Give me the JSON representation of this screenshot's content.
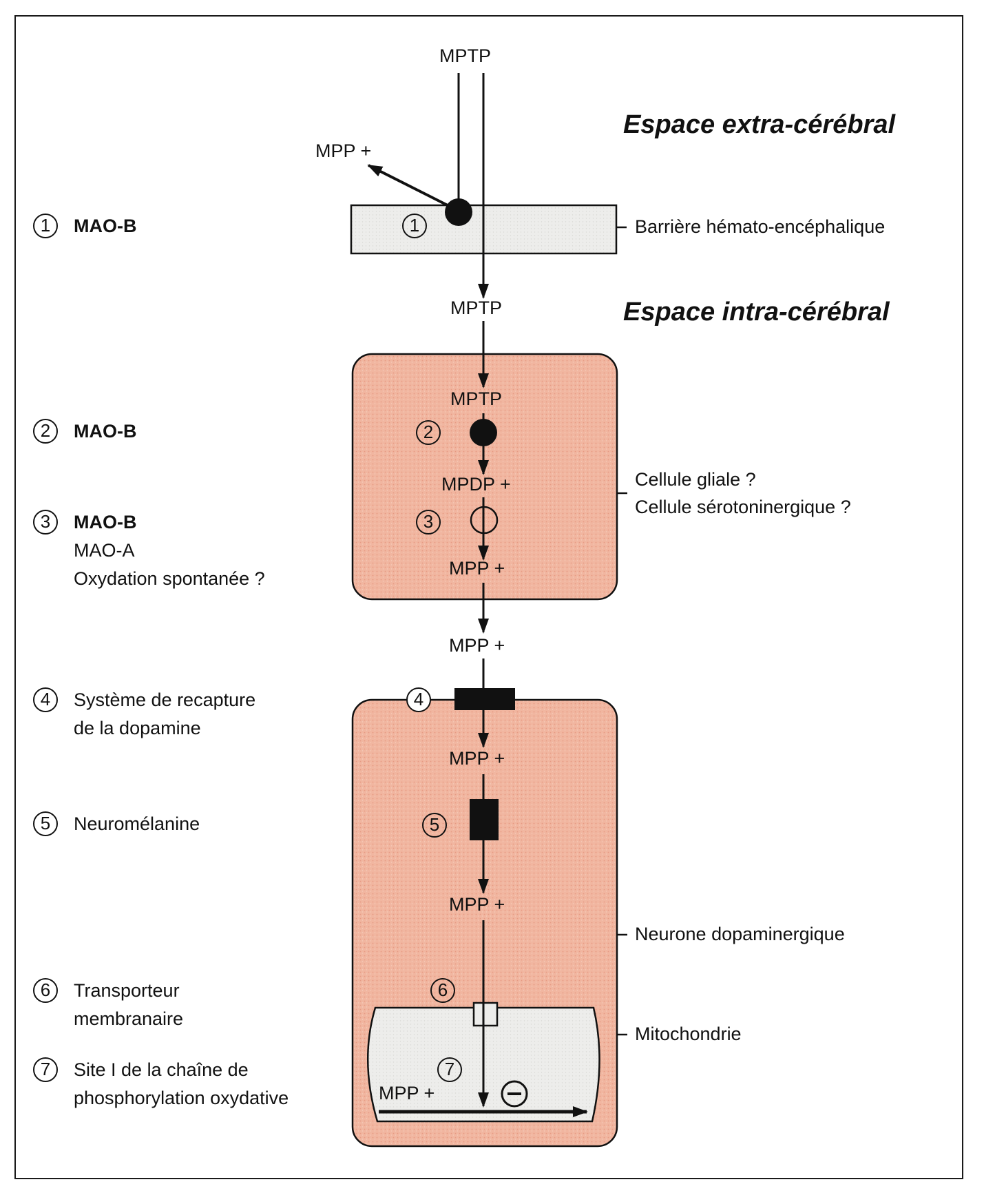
{
  "regions": {
    "extra": "Espace extra-cérébral",
    "intra": "Espace intra-cérébral"
  },
  "compartments": {
    "bbb": "Barrière hémato-encéphalique",
    "glial": [
      "Cellule gliale ?",
      "Cellule sérotoninergique ?"
    ],
    "neuron": "Neurone dopaminergique",
    "mito": "Mitochondrie"
  },
  "flow": {
    "mptp_top": "MPTP",
    "mpp_side": "MPP +",
    "mptp_after_bbb": "MPTP",
    "mptp_in_glia": "MPTP",
    "mpdp": "MPDP +",
    "mpp_in_glia": "MPP +",
    "mpp_between": "MPP +",
    "mpp_in_neuron_1": "MPP +",
    "mpp_in_neuron_2": "MPP +",
    "mpp_in_mito": "MPP +",
    "inhibit_symbol": "−"
  },
  "step_numbers": [
    "1",
    "2",
    "3",
    "4",
    "5",
    "6",
    "7"
  ],
  "legend": [
    {
      "num": "1",
      "lines": [
        "MAO-B"
      ],
      "bold_first": true
    },
    {
      "num": "2",
      "lines": [
        "MAO-B"
      ],
      "bold_first": true
    },
    {
      "num": "3",
      "lines": [
        "MAO-B",
        "MAO-A",
        "Oxydation spontanée ?"
      ],
      "bold_first": true
    },
    {
      "num": "4",
      "lines": [
        "Système de recapture",
        "de la dopamine"
      ],
      "bold_first": false
    },
    {
      "num": "5",
      "lines": [
        "Neuromélanine"
      ],
      "bold_first": false
    },
    {
      "num": "6",
      "lines": [
        "Transporteur",
        "membranaire"
      ],
      "bold_first": false
    },
    {
      "num": "7",
      "lines": [
        "Site I de la chaîne de",
        "phosphorylation oxydative"
      ],
      "bold_first": false
    }
  ],
  "colors": {
    "cell_fill": "#f2b8a4",
    "cell_fill_dark": "#eeab96",
    "grey_fill": "#ececea",
    "ink": "#111111"
  }
}
